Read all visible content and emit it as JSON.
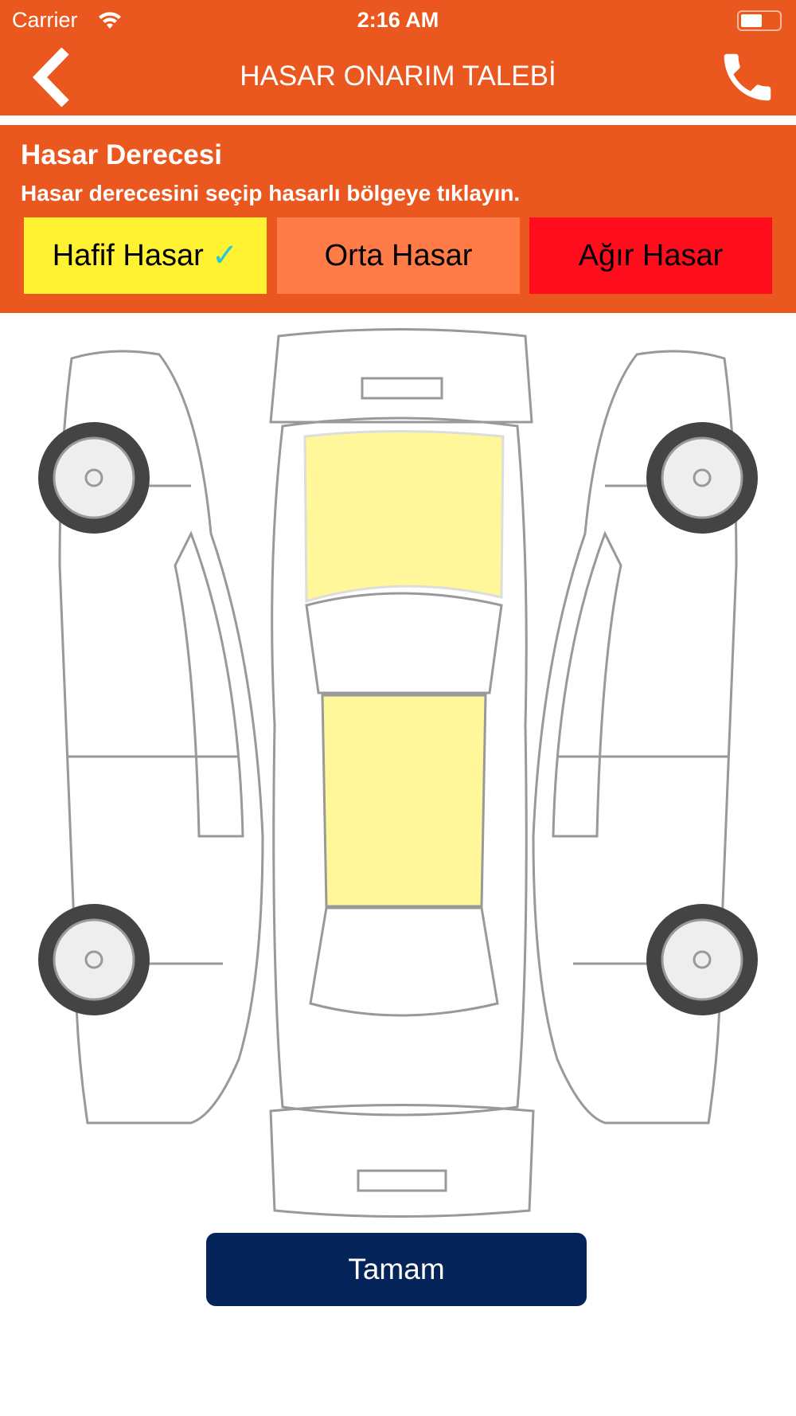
{
  "status_bar": {
    "carrier": "Carrier",
    "time": "2:16 AM"
  },
  "nav": {
    "title": "HASAR ONARIM TALEBİ"
  },
  "panel": {
    "title": "Hasar Derecesi",
    "subtitle": "Hasar derecesini seçip hasarlı bölgeye tıklayın.",
    "options": [
      {
        "label": "Hafif Hasar",
        "selected": true,
        "color": "#fff232"
      },
      {
        "label": "Orta Hasar",
        "selected": false,
        "color": "#ff7c48"
      },
      {
        "label": "Ağır Hasar",
        "selected": false,
        "color": "#ff0d1d"
      }
    ],
    "check": "✓"
  },
  "damage": {
    "marked_regions": [
      "hood",
      "roof"
    ],
    "mark_color": "#fff79a"
  },
  "confirm_label": "Tamam",
  "colors": {
    "brand": "#eb581f",
    "button": "#04245a"
  }
}
